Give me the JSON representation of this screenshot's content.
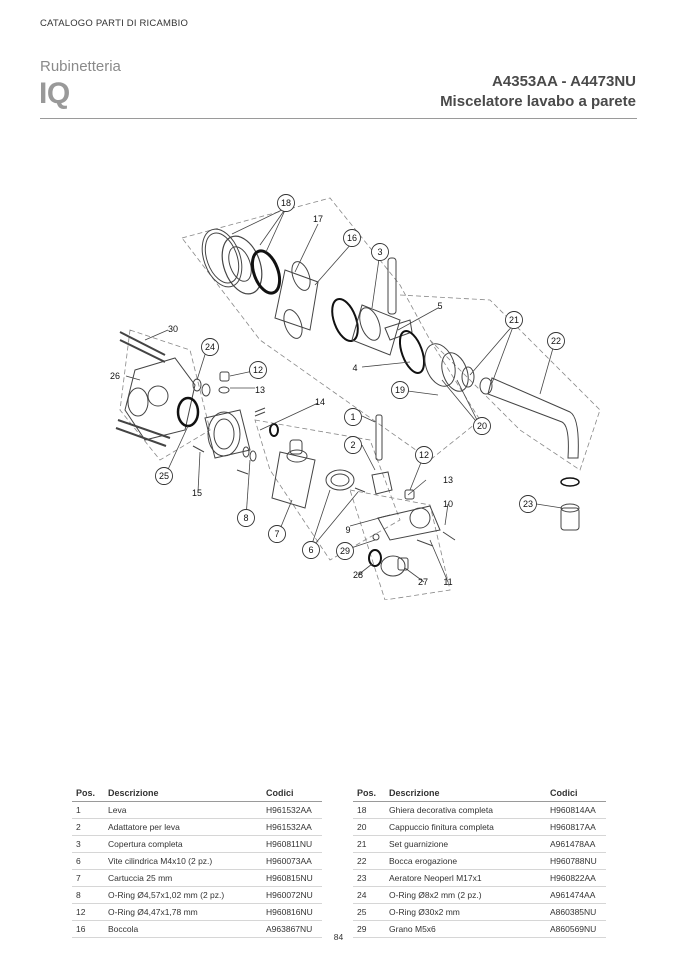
{
  "header": {
    "catalog": "CATALOGO PARTI DI RICAMBIO",
    "series": "Rubinetteria",
    "brand": "IQ",
    "codes": "A4353AA - A4473NU",
    "name": "Miscelatore lavabo a parete"
  },
  "diagram": {
    "callouts": [
      "18",
      "17",
      "16",
      "3",
      "5",
      "21",
      "22",
      "30",
      "24",
      "26",
      "12",
      "13",
      "19",
      "4",
      "20",
      "14",
      "1",
      "2",
      "12",
      "13",
      "10",
      "23",
      "25",
      "15",
      "8",
      "7",
      "6",
      "9",
      "29",
      "28",
      "27",
      "11"
    ]
  },
  "table": {
    "headers": [
      "Pos.",
      "Descrizione",
      "Codici"
    ],
    "left": [
      [
        "1",
        "Leva",
        "H961532AA"
      ],
      [
        "2",
        "Adattatore per leva",
        "H961532AA"
      ],
      [
        "3",
        "Copertura completa",
        "H960811NU"
      ],
      [
        "6",
        "Vite cilindrica M4x10 (2 pz.)",
        "H960073AA"
      ],
      [
        "7",
        "Cartuccia 25 mm",
        "H960815NU"
      ],
      [
        "8",
        "O-Ring Ø4,57x1,02 mm (2 pz.)",
        "H960072NU"
      ],
      [
        "12",
        "O-Ring Ø4,47x1,78 mm",
        "H960816NU"
      ],
      [
        "16",
        "Boccola",
        "A963867NU"
      ]
    ],
    "right": [
      [
        "18",
        "Ghiera decorativa completa",
        "H960814AA"
      ],
      [
        "20",
        "Cappuccio finitura completa",
        "H960817AA"
      ],
      [
        "21",
        "Set guarnizione",
        "A961478AA"
      ],
      [
        "22",
        "Bocca erogazione",
        "H960788NU"
      ],
      [
        "23",
        "Aeratore Neoperl M17x1",
        "H960822AA"
      ],
      [
        "24",
        "O-Ring Ø8x2 mm (2 pz.)",
        "A961474AA"
      ],
      [
        "25",
        "O-Ring Ø30x2 mm",
        "A860385NU"
      ],
      [
        "29",
        "Grano M5x6",
        "A860569NU"
      ]
    ]
  },
  "footer": {
    "page": "84"
  }
}
